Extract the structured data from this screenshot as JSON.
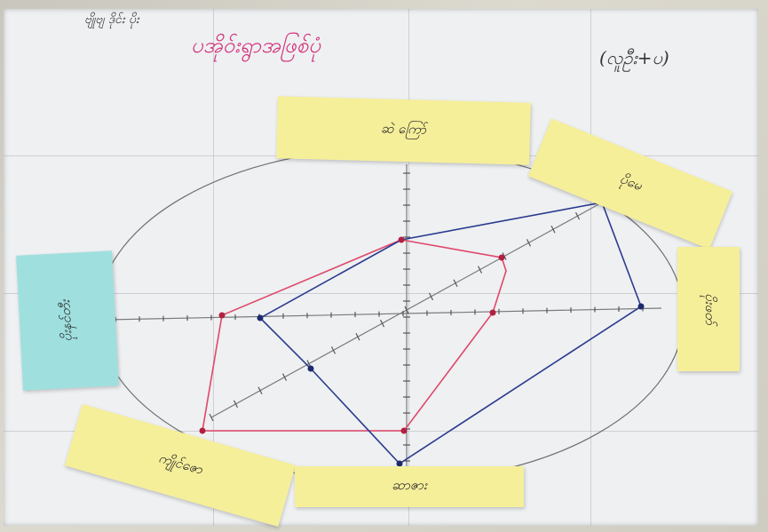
{
  "header": {
    "top_left": "ဗျိုဗျ ဒိုင်း ပိုး",
    "title": "ပအိုဝ်းရွာအဖြစ်ပုံ",
    "top_right": "(လူဦး+ပ)"
  },
  "notes": {
    "top": "ဆဲ ကြော်",
    "top_right": "ပိုမေ",
    "right": "ပိုးဖတ်",
    "left": "ပိုးနင်တီး",
    "bottom_left": "ကျိုင်ဇော",
    "bottom": "ဆာဇား"
  },
  "colors": {
    "paper": "#eef0f2",
    "red_polygon": "#e0476a",
    "blue_polygon": "#2a3a8e",
    "axis": "#7a7a7a",
    "note_yellow": "#f6ef9a",
    "note_cyan": "#9fe0df"
  }
}
